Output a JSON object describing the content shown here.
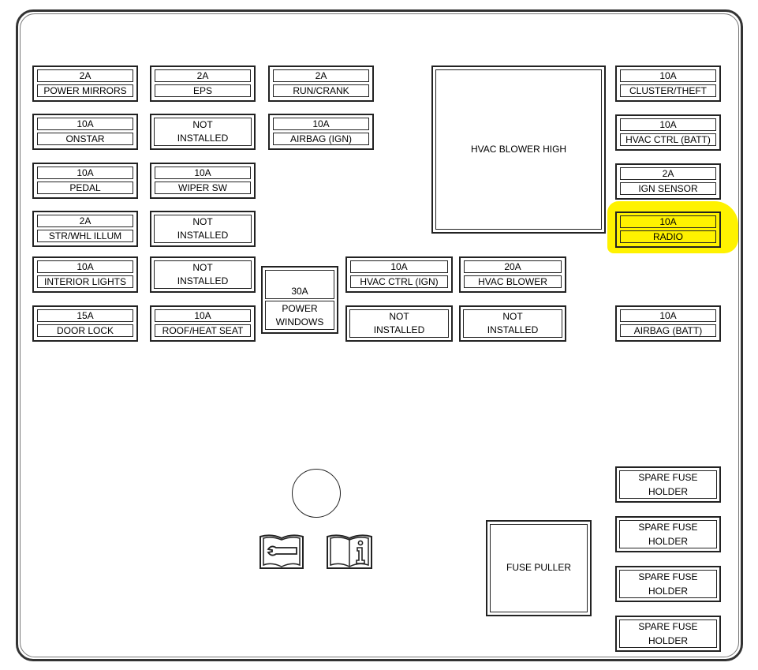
{
  "fuses": {
    "power_mirrors": {
      "amp": "2A",
      "name": "POWER MIRRORS"
    },
    "eps": {
      "amp": "2A",
      "name": "EPS"
    },
    "run_crank": {
      "amp": "2A",
      "name": "RUN/CRANK"
    },
    "onstar": {
      "amp": "10A",
      "name": "ONSTAR"
    },
    "airbag_ign": {
      "amp": "10A",
      "name": "AIRBAG (IGN)"
    },
    "pedal": {
      "amp": "10A",
      "name": "PEDAL"
    },
    "wiper_sw": {
      "amp": "10A",
      "name": "WIPER SW"
    },
    "str_whl_illum": {
      "amp": "2A",
      "name": "STR/WHL ILLUM"
    },
    "interior_lights": {
      "amp": "10A",
      "name": "INTERIOR LIGHTS"
    },
    "door_lock": {
      "amp": "15A",
      "name": "DOOR LOCK"
    },
    "roof_heat_seat": {
      "amp": "10A",
      "name": "ROOF/HEAT SEAT"
    },
    "hvac_ctrl_ign": {
      "amp": "10A",
      "name": "HVAC CTRL (IGN)"
    },
    "hvac_blower": {
      "amp": "20A",
      "name": "HVAC BLOWER"
    },
    "cluster_theft": {
      "amp": "10A",
      "name": "CLUSTER/THEFT"
    },
    "hvac_ctrl_batt": {
      "amp": "10A",
      "name": "HVAC CTRL (BATT)"
    },
    "ign_sensor": {
      "amp": "2A",
      "name": "IGN SENSOR"
    },
    "radio": {
      "amp": "10A",
      "name": "RADIO"
    },
    "airbag_batt": {
      "amp": "10A",
      "name": "AIRBAG (BATT)"
    }
  },
  "not_installed_label": "NOT\nINSTALLED",
  "power_windows": {
    "amp": "30A",
    "name": "POWER\nWINDOWS"
  },
  "hvac_blower_high": "HVAC BLOWER HIGH",
  "fuse_puller": "FUSE PULLER",
  "spare_label": "SPARE FUSE\nHOLDER",
  "icons": [
    "service-manual-wrench-icon",
    "info-book-icon"
  ],
  "colors": {
    "highlight": "#fff200",
    "line": "#222222"
  }
}
